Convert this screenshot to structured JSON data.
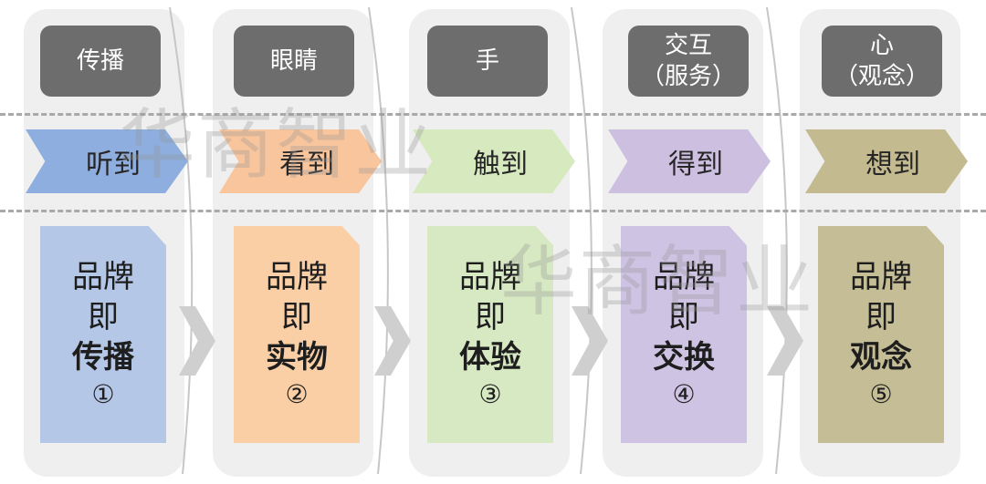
{
  "columns": [
    {
      "channel": "传播",
      "channel_sub": "",
      "action": "听到",
      "card": [
        "品牌",
        "即",
        "传播",
        "①"
      ]
    },
    {
      "channel": "眼睛",
      "channel_sub": "",
      "action": "看到",
      "card": [
        "品牌",
        "即",
        "实物",
        "②"
      ]
    },
    {
      "channel": "手",
      "channel_sub": "",
      "action": "触到",
      "card": [
        "品牌",
        "即",
        "体验",
        "③"
      ]
    },
    {
      "channel": "交互",
      "channel_sub": "（服务）",
      "action": "得到",
      "card": [
        "品牌",
        "即",
        "交换",
        "④"
      ]
    },
    {
      "channel": "心",
      "channel_sub": "（观念）",
      "action": "想到",
      "card": [
        "品牌",
        "即",
        "观念",
        "⑤"
      ]
    }
  ],
  "watermark": "华商智业",
  "colors": {
    "col1": "#b4c7e7",
    "col2": "#fbcfa6",
    "col3": "#d7e9c2",
    "col4": "#cfc3e3",
    "col5": "#c5bd95",
    "chev1": "#8eaedf",
    "chev2": "#f9c59c",
    "chev3": "#d6e9bf",
    "chev4": "#cdbfe0",
    "chev5": "#c3bb8f",
    "header": "#6d6d6d"
  }
}
